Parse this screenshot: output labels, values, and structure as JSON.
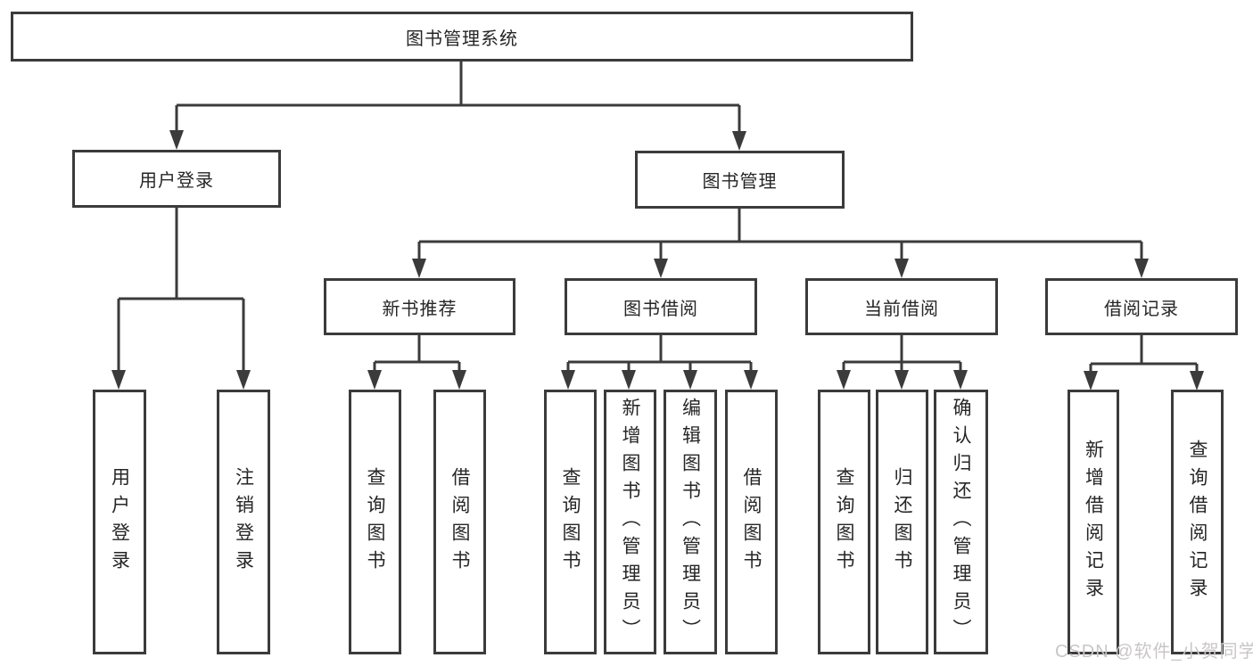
{
  "colors": {
    "line": "#3b3b3b",
    "text": "#262626",
    "watermark": "#c9c6c6"
  },
  "watermark": "CSDN @软件_小贺同学",
  "nodes": {
    "root": "图书管理系统",
    "user_login": "用户登录",
    "book_mgmt": "图书管理",
    "new_book_rec": "新书推荐",
    "book_borrow": "图书借阅",
    "current_borrow": "当前借阅",
    "borrow_record": "借阅记录",
    "user_login_leaf": "用户登录",
    "logout_leaf": "注销登录",
    "rec_query_book": "查询图书",
    "rec_borrow_book": "借阅图书",
    "bb_query_book": "查询图书",
    "bb_add_book": "新增图书（管理员）",
    "bb_edit_book": "编辑图书（管理员）",
    "bb_borrow_book": "借阅图书",
    "cb_query_book": "查询图书",
    "cb_return_book": "归还图书",
    "cb_confirm_return": "确认归还（管理员）",
    "br_add_record": "新增借阅记录",
    "br_query_record": "查询借阅记录"
  }
}
